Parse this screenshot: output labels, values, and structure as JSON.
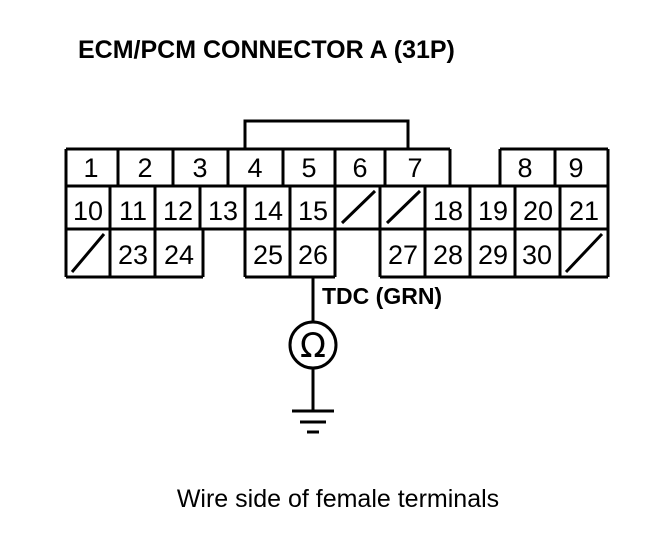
{
  "title": "ECM/PCM CONNECTOR A (31P)",
  "pins": {
    "p1": "1",
    "p2": "2",
    "p3": "3",
    "p4": "4",
    "p5": "5",
    "p6": "6",
    "p7": "7",
    "p8": "8",
    "p9": "9",
    "p10": "10",
    "p11": "11",
    "p12": "12",
    "p13": "13",
    "p14": "14",
    "p15": "15",
    "p18": "18",
    "p19": "19",
    "p20": "20",
    "p21": "21",
    "p23": "23",
    "p24": "24",
    "p25": "25",
    "p26": "26",
    "p27": "27",
    "p28": "28",
    "p29": "29",
    "p30": "30"
  },
  "wire_label": "TDC (GRN)",
  "meter_symbol": "Ω",
  "caption": "Wire side of female terminals"
}
